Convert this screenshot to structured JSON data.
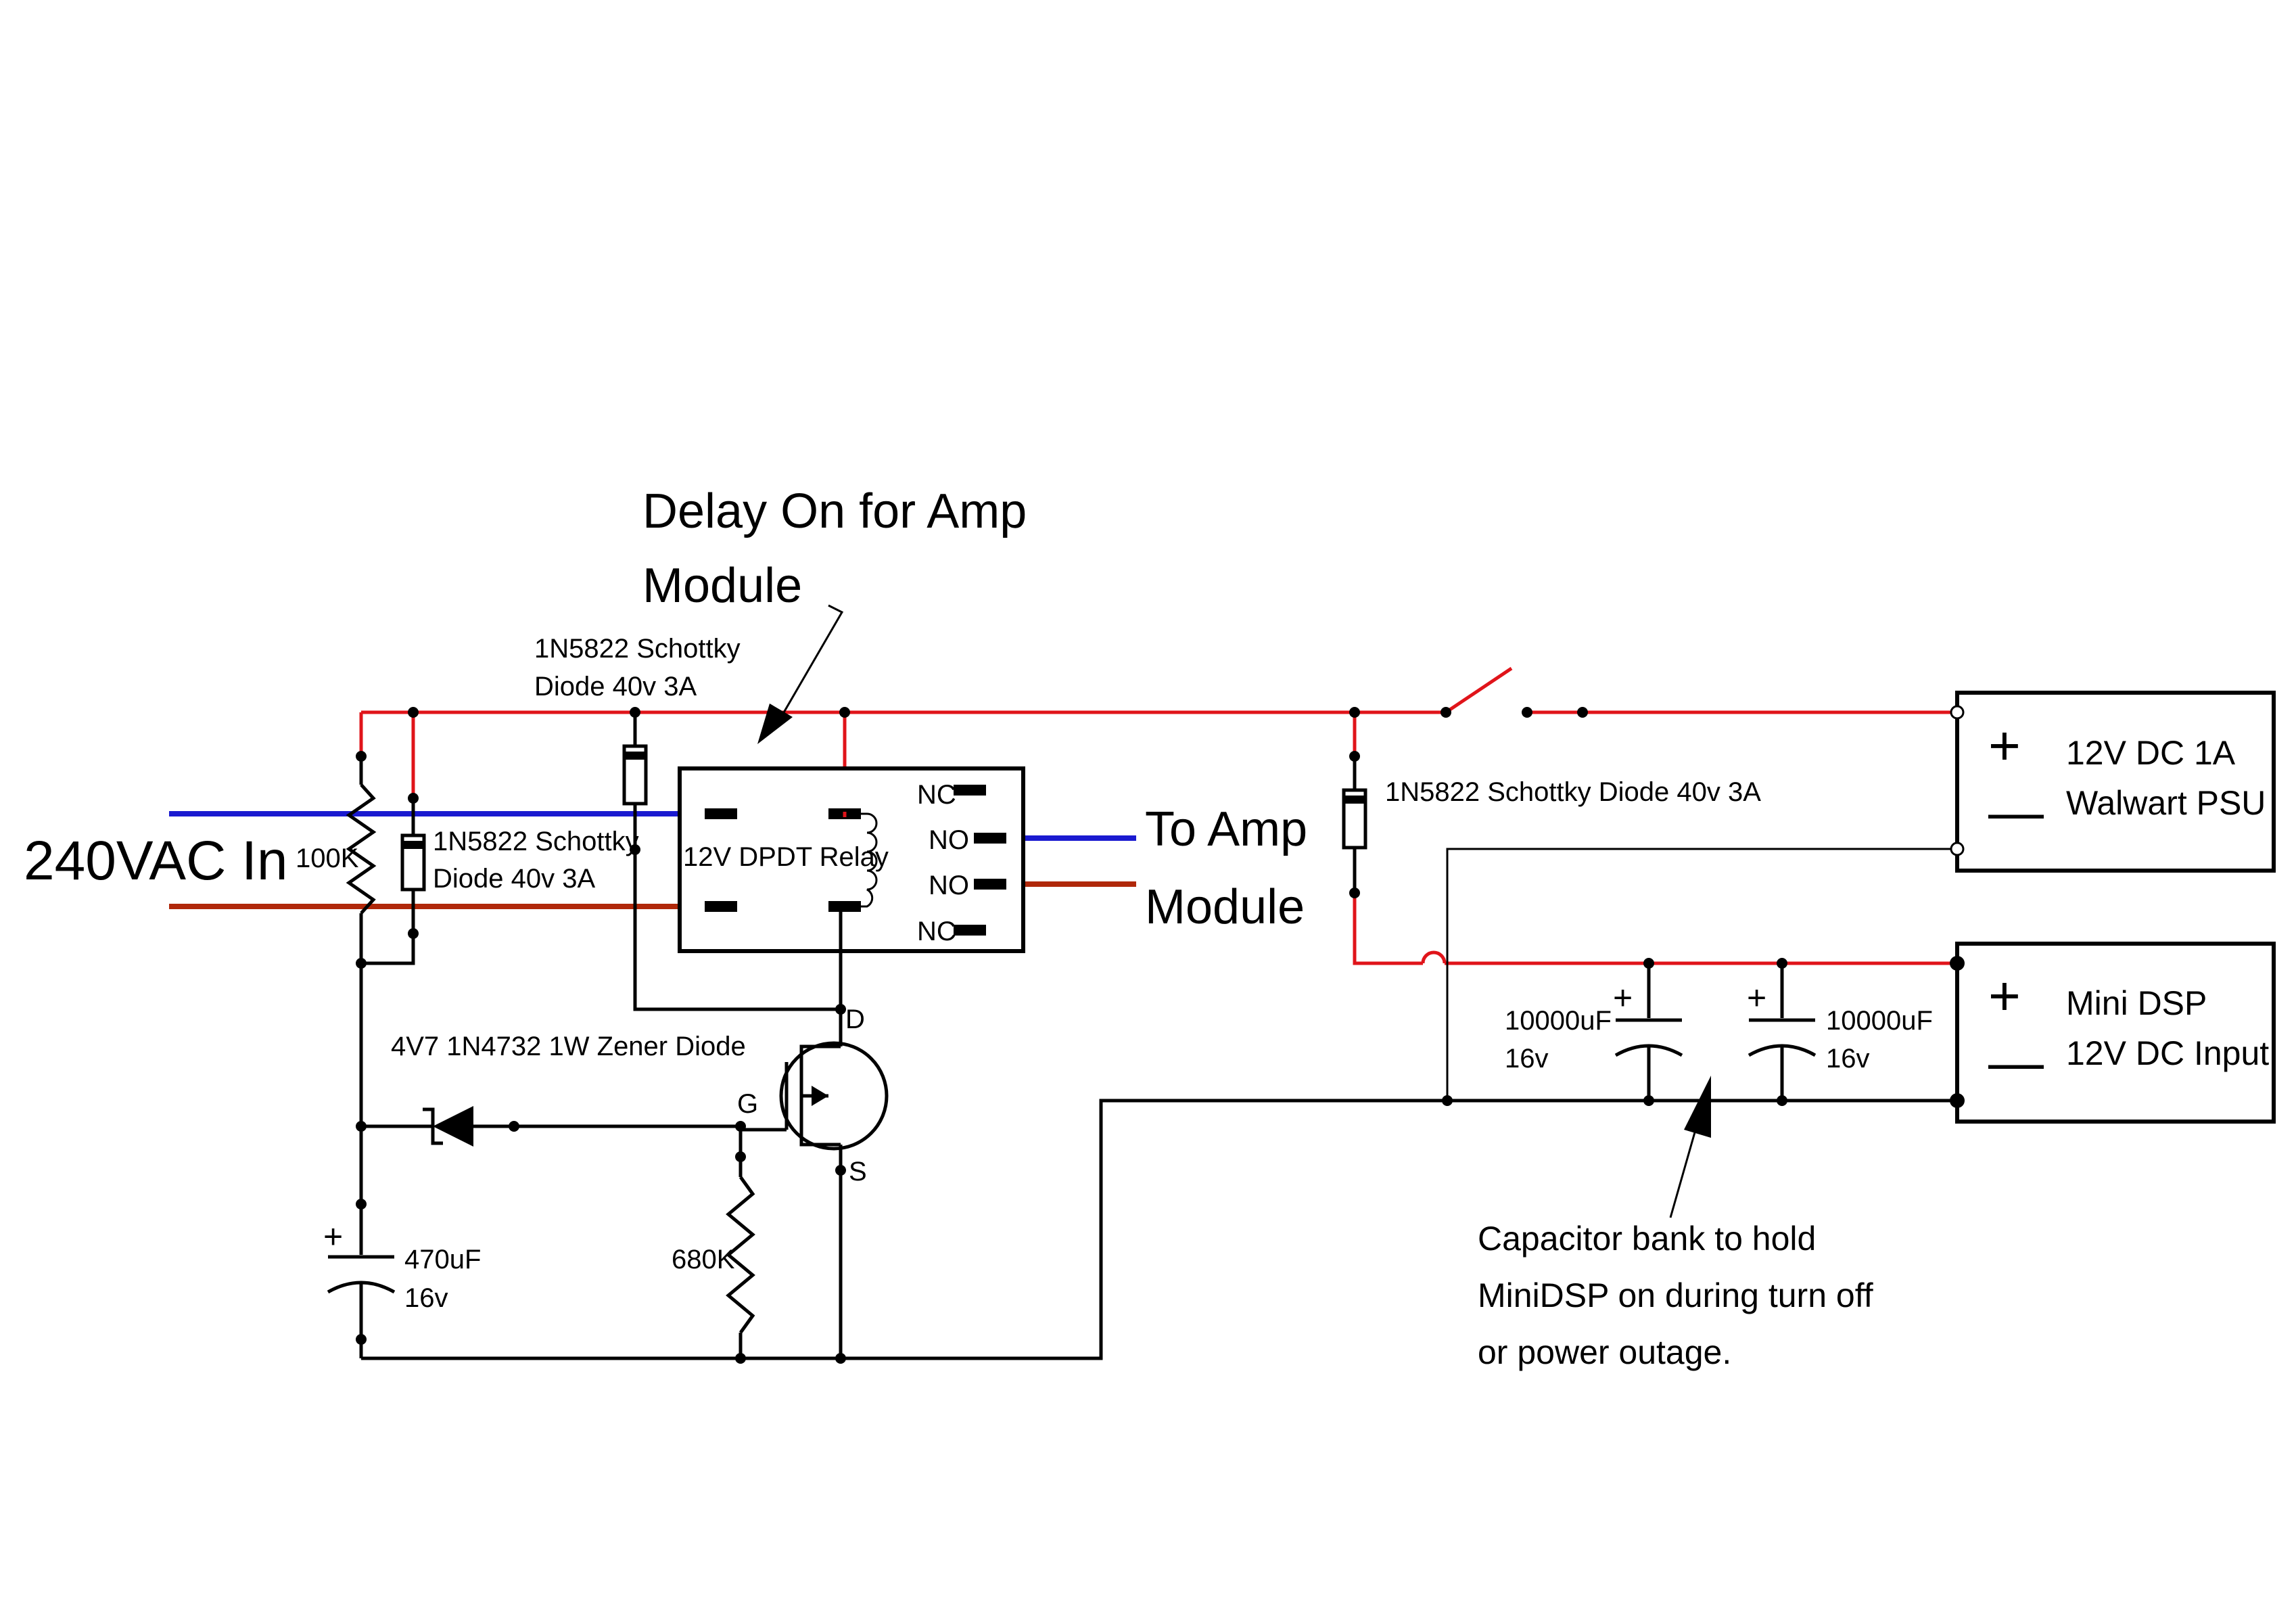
{
  "title": {
    "line1": "Delay On for Amp",
    "line2": "Module"
  },
  "input": {
    "label": "240VAC In"
  },
  "output": {
    "line1": "To Amp",
    "line2": "Module"
  },
  "components": {
    "r_bleed": "100K",
    "diode_top": {
      "line1": "1N5822 Schottky",
      "line2": "Diode 40v 3A"
    },
    "diode_left": {
      "line1": "1N5822 Schottky",
      "line2": "Diode 40v 3A"
    },
    "diode_right": "1N5822 Schottky Diode 40v 3A",
    "zener": "4V7 1N4732 1W Zener Diode",
    "relay": {
      "label": "12V DPDT Relay",
      "pins": [
        "NC",
        "NO",
        "NO",
        "NC"
      ]
    },
    "mosfet": {
      "drain": "D",
      "gate": "G",
      "source": "S"
    },
    "cap_timing": {
      "value": "470uF",
      "voltage": "16v",
      "polarity": "+"
    },
    "r_gate": "680K",
    "cap_bank_1": {
      "value": "10000uF",
      "voltage": "16v",
      "polarity": "+"
    },
    "cap_bank_2": {
      "value": "10000uF",
      "voltage": "16v",
      "polarity": "+"
    }
  },
  "psu": {
    "line1": "12V DC 1A",
    "line2": "Walwart PSU",
    "plus": "+",
    "minus": "—"
  },
  "dsp": {
    "line1": "Mini DSP",
    "line2": "12V DC Input",
    "plus": "+",
    "minus": "—"
  },
  "capacitor_note": {
    "line1": "Capacitor bank to hold",
    "line2": "MiniDSP on during turn off",
    "line3": "or power outage."
  },
  "colors": {
    "positive_rail": "#e0141a",
    "ac_live": "#1a1ad0",
    "ac_neutral": "#b0280a",
    "ground": "#000000"
  }
}
